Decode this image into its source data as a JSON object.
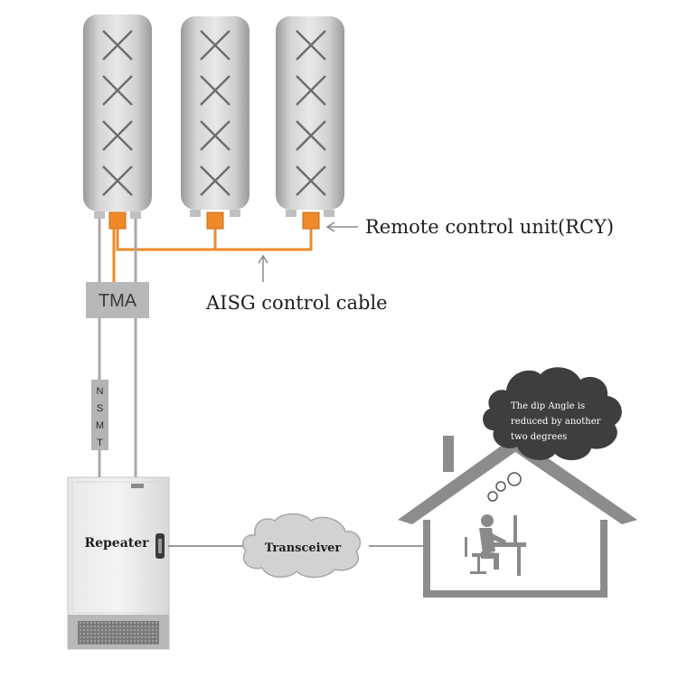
{
  "labels": {
    "rcu": "Remote control unit(RCY)",
    "aisg": "AISG control cable",
    "tma": "TMA",
    "nsmt": [
      "N",
      "S",
      "M",
      "T"
    ],
    "repeater": "Repeater",
    "transceiver": "Transceiver",
    "thought_lines": [
      "The dip Angle is",
      "reduced by another",
      "two degrees"
    ]
  },
  "colors": {
    "antenna": "#c8c8c8",
    "rcu_orange": "#ee8a2a",
    "cable_gray": "#9a9a9a",
    "box_gray": "#b4b4b4",
    "house_gray": "#8c8c8c",
    "cloud_dark": "#3e3e3e",
    "cloud_light": "#d0d0d0"
  },
  "icons": [
    "antenna-cross-element",
    "arrow-left-icon",
    "arrow-up-icon",
    "person-at-desk-icon",
    "thought-bubble-icon",
    "cloud-icon"
  ]
}
